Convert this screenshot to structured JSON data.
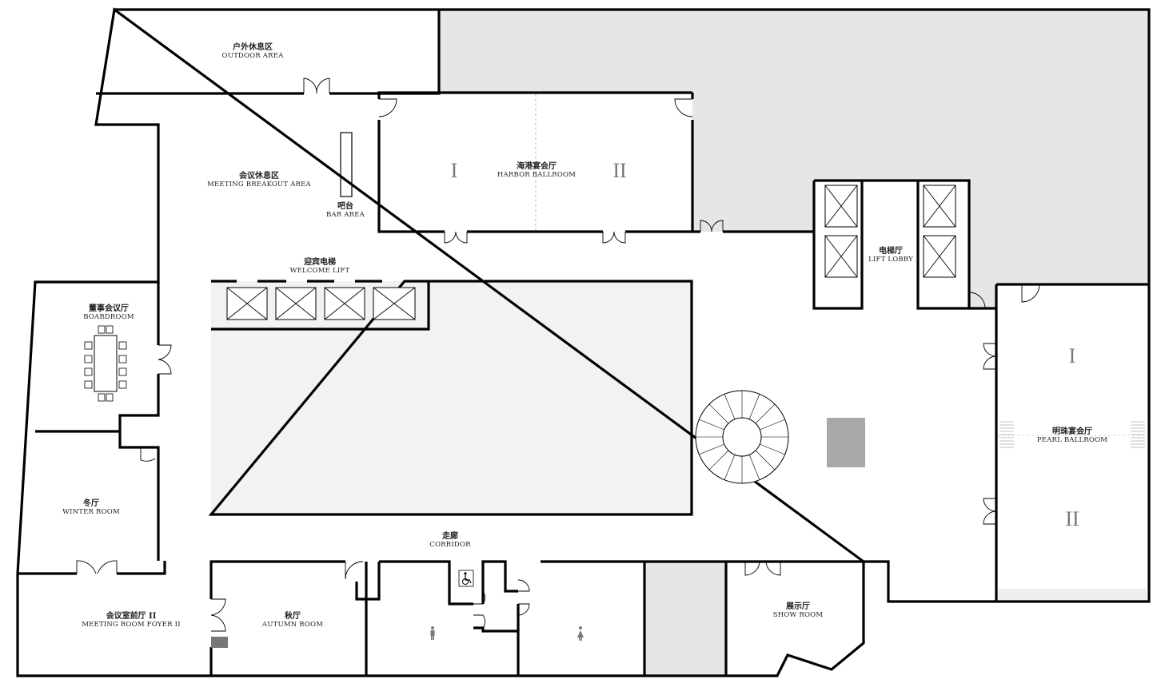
{
  "rooms": {
    "outdoor": {
      "zh": "户外休息区",
      "en": "OUTDOOR AREA"
    },
    "breakout": {
      "zh": "会议休息区",
      "en": "MEETING BREAKOUT AREA"
    },
    "bar": {
      "zh": "吧台",
      "en": "BAR AREA"
    },
    "harbor": {
      "zh": "海港宴会厅",
      "en": "HARBOR BALLROOM",
      "part1": "I",
      "part2": "II"
    },
    "lift_lobby": {
      "zh": "电梯厅",
      "en": "LIFT LOBBY"
    },
    "welcome_lift": {
      "zh": "迎宾电梯",
      "en": "WELCOME LIFT"
    },
    "boardroom": {
      "zh": "董事会议厅",
      "en": "BOARDROOM"
    },
    "winter": {
      "zh": "冬厅",
      "en": "WINTER ROOM"
    },
    "pearl": {
      "zh": "明珠宴会厅",
      "en": "PEARL BALLROOM",
      "part1": "I",
      "part2": "II"
    },
    "corridor": {
      "zh": "走廊",
      "en": "CORRIDOR"
    },
    "foyer2": {
      "zh": "会议室前厅 II",
      "en": "MEETING ROOM FOYER II"
    },
    "autumn": {
      "zh": "秋厅",
      "en": "AUTUMN ROOM"
    },
    "showroom": {
      "zh": "展示厅",
      "en": "SHOW ROOM"
    }
  },
  "icons": {
    "male_wc": "male-restroom-icon",
    "female_wc": "female-restroom-icon",
    "accessible_wc": "wheelchair-icon"
  },
  "colors": {
    "wall": "#000000",
    "shaded_area": "#e6e6e6",
    "light_area": "#f2f2f2",
    "dark_block": "#a8a8a8",
    "roman_numeral": "#777777"
  }
}
